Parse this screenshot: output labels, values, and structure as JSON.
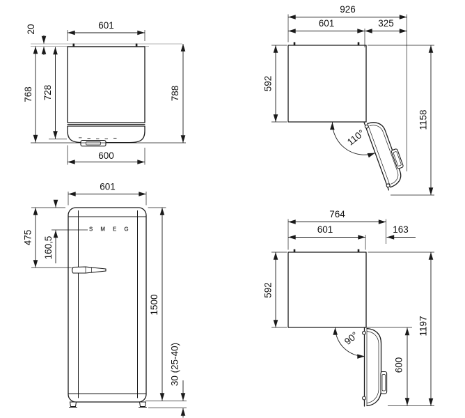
{
  "drawing": {
    "type": "technical-dimension-drawing",
    "subject": "refrigerator",
    "units": "mm",
    "logo_text": "SMEG",
    "views": {
      "top_closed": {
        "title": "top view door closed",
        "dims": {
          "top_width": "601",
          "door_gap": "20",
          "depth_to_door_face": "768",
          "cabinet_depth": "728",
          "overall_depth": "788",
          "bottom_width": "600"
        }
      },
      "top_open_110": {
        "title": "top view door open 110 degrees",
        "dims": {
          "overall_width": "926",
          "cabinet_width": "601",
          "door_clearance": "325",
          "cabinet_depth": "592",
          "overall_depth": "1158",
          "door_angle": "110°"
        }
      },
      "front": {
        "title": "front view",
        "dims": {
          "width": "601",
          "top_to_handle": "475",
          "top_to_logo": "160,5",
          "height": "1500",
          "feet_height": "30 (25-40)"
        }
      },
      "top_open_90": {
        "title": "top view door open 90 degrees",
        "dims": {
          "overall_width": "764",
          "cabinet_width": "601",
          "door_clearance": "163",
          "cabinet_depth": "592",
          "overall_depth": "1197",
          "door_depth": "600",
          "door_angle": "90°"
        }
      }
    }
  }
}
